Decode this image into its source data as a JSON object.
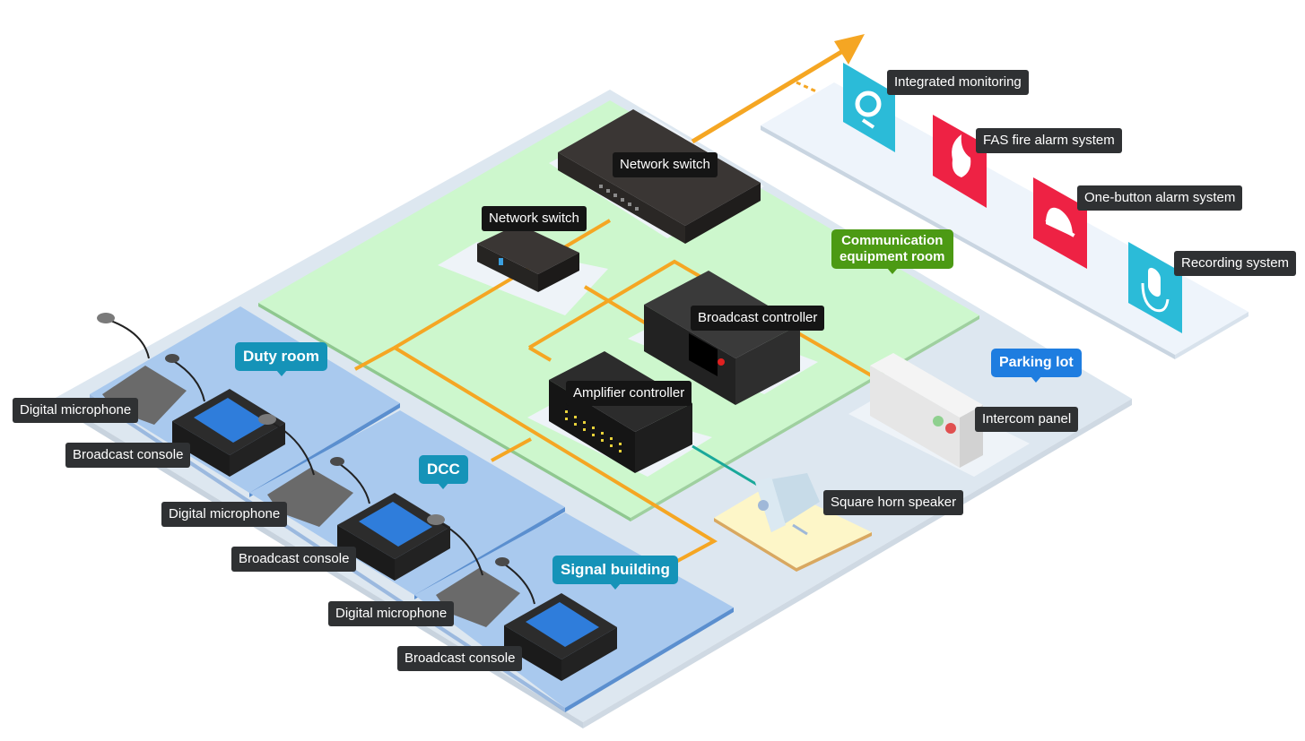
{
  "diagram": {
    "zones": {
      "duty_room": "Duty room",
      "dcc": "DCC",
      "signal_building": "Signal building",
      "communication_room": [
        "Communication",
        "equipment room"
      ],
      "parking_lot": "Parking lot"
    },
    "devices": {
      "network_switch_main": "Network switch",
      "network_switch_small": "Network switch",
      "broadcast_controller": "Broadcast controller",
      "amplifier_controller": "Amplifier controller",
      "intercom_panel": "Intercom panel",
      "square_horn_speaker": "Square horn speaker",
      "digital_microphone_1": "Digital microphone",
      "broadcast_console_1": "Broadcast console",
      "digital_microphone_2": "Digital microphone",
      "broadcast_console_2": "Broadcast console",
      "digital_microphone_3": "Digital microphone",
      "broadcast_console_3": "Broadcast console"
    },
    "external_systems": [
      {
        "label": "Integrated monitoring",
        "icon": "webcam-icon",
        "color": "#2bbbd8"
      },
      {
        "label": "FAS fire alarm system",
        "icon": "flame-icon",
        "color": "#ee2244"
      },
      {
        "label": "One-button alarm system",
        "icon": "alarm-light-icon",
        "color": "#ee2244"
      },
      {
        "label": "Recording system",
        "icon": "microphone-icon",
        "color": "#2bbbd8"
      }
    ],
    "colors": {
      "network_line": "#f5a623",
      "audio_line": "#1aa89a",
      "equipment_room": "#cdf7cd",
      "control_rooms": "#a9c9ee",
      "platform": "#dde7f0",
      "speaker_pad": "#fdf6c8"
    }
  }
}
